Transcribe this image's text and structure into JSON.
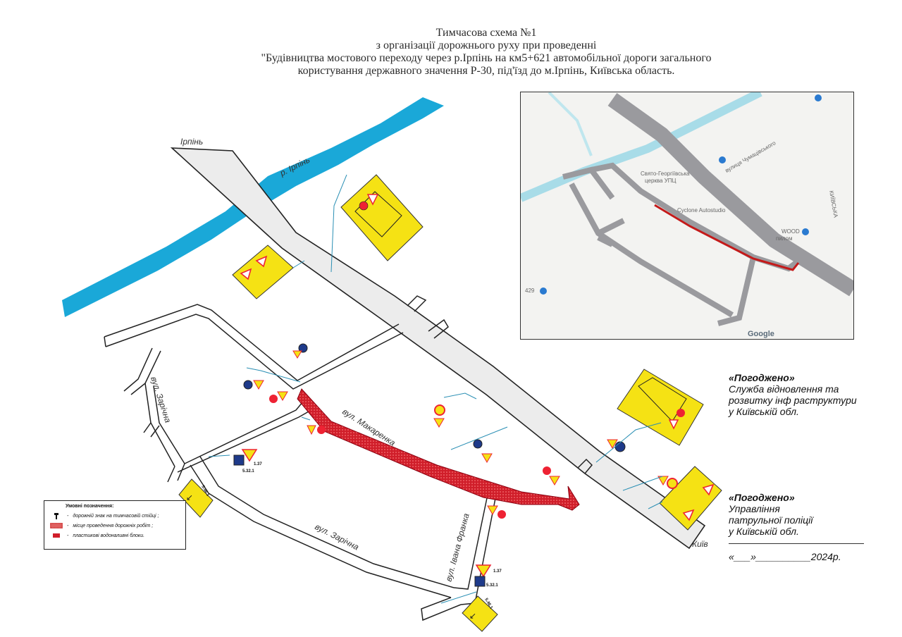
{
  "title": {
    "line1": "Тимчасова схема №1",
    "line2": "з організації дорожнього руху при проведенні",
    "line3": "\"Будівництва мостового переходу через р.Ірпінь на км5+621 автомобільної дороги загального",
    "line4": "користування державного значення Р-30, під'їзд до м.Ірпінь, Київська область."
  },
  "map_labels": {
    "river": "р. Ірпінь",
    "irpin": "Ірпінь",
    "kyiv": "Київ",
    "makarenka": "вул. Макаренка",
    "zarichna_1": "вул. Зарічна",
    "zarichna_2": "вул. Зарічна",
    "ivana_franka": "вул. Івана Франка"
  },
  "sign_codes": {
    "s137_a": "1.37",
    "s5321_a": "5.32.1",
    "s137_b": "1.37",
    "s5321_b": "5.32.1",
    "s5461_a": "5.46.1",
    "s5461_b": "5.46.1"
  },
  "inset_map": {
    "labels": {
      "church": "Свято-Георгіївська",
      "church2": "церква УПЦ",
      "autostudio": "Cyclone Autostudio",
      "lumber": "WOOD",
      "lumber2": "пилом",
      "street_k": "вулиця Чумацівського",
      "kyivska": "КИЇВСЬКА",
      "bus": "429",
      "google": "Google"
    }
  },
  "approval_1": {
    "head": "«Погоджено»",
    "line1": "Служба відновлення та",
    "line2": "розвитку інф раструктури",
    "line3": "у Київській обл."
  },
  "approval_2": {
    "head": "«Погоджено»",
    "line1": "Управління",
    "line2": "патрульної поліції",
    "line3": "у Київській обл."
  },
  "date_line": "«___»__________2024р.",
  "legend": {
    "title": "Умовні позначення:",
    "items": [
      {
        "dash": "-",
        "text": "дорожній знак на тимчасовій стійці ;"
      },
      {
        "dash": "-",
        "text": "місце проведення дорожніх робіт ;"
      },
      {
        "dash": "-",
        "text": "пластикові водоналивні блоки."
      }
    ]
  },
  "colors": {
    "river": "#1aa8d8",
    "road_fill": "#ececec",
    "work_zone": "#d01e2a",
    "sign_yellow": "#f5e214",
    "inset_route": "#c41a1a"
  }
}
